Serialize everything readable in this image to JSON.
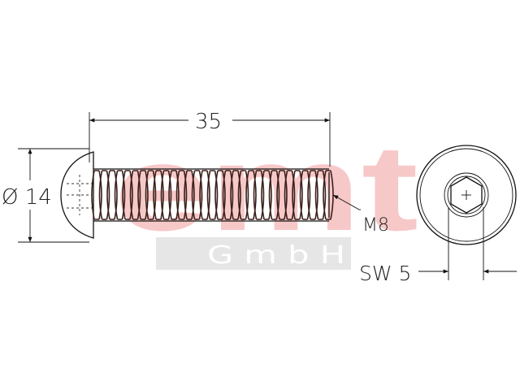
{
  "watermark": {
    "brand": "emt",
    "subtitle": "G m b H",
    "brand_color": "#f7c8c8",
    "band_color": "#e6e6e6"
  },
  "dimensions": {
    "length": "35",
    "diameter": "Ø 14",
    "thread": "M8",
    "wrench_size": "SW 5"
  },
  "colors": {
    "line": "#111111",
    "thread": "#3a1f1a"
  }
}
